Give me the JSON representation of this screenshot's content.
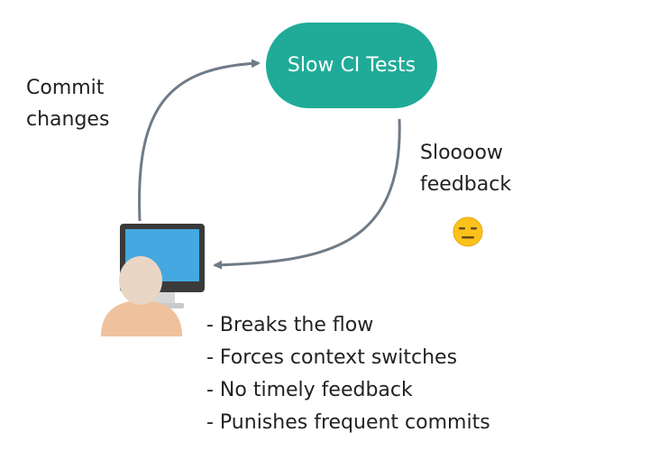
{
  "diagram": {
    "node": {
      "label": "Slow CI Tests",
      "color": "#1fab98"
    },
    "commit_label": [
      "Commit",
      "changes"
    ],
    "feedback_label": [
      "Sloooow",
      "feedback"
    ],
    "emoji": "expressionless-face-icon",
    "bullets": [
      "- Breaks the flow",
      "- Forces context switches",
      "- No timely feedback",
      "- Punishes frequent commits"
    ],
    "arrow_color": "#6f7b87"
  }
}
